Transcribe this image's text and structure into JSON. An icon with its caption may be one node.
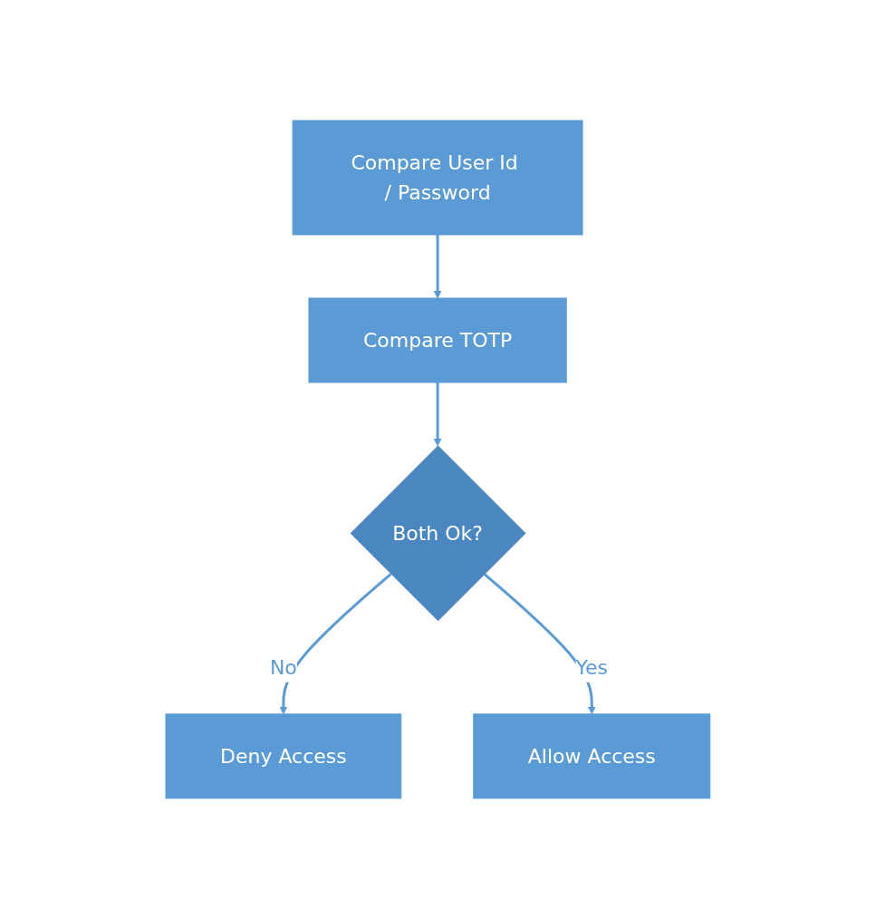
{
  "diagram": {
    "nodes": [
      {
        "text": [
          "Compare User Id / Password"
        ]
      },
      {
        "text": [
          "Compare TOTP"
        ]
      },
      {
        "text": [
          "Both Ok?"
        ]
      },
      {
        "text": [
          "Deny Access"
        ]
      },
      {
        "text": [
          "Allow Access"
        ]
      }
    ],
    "edges": [
      {
        "from": 0,
        "to": 1,
        "arrow": "to"
      },
      {
        "from": 1,
        "to": 2,
        "arrow": "to"
      },
      {
        "from": 2,
        "to": 3,
        "arrow": "to",
        "label": "No"
      },
      {
        "from": 2,
        "to": 4,
        "arrow": "to",
        "label": "Yes"
      }
    ]
  }
}
